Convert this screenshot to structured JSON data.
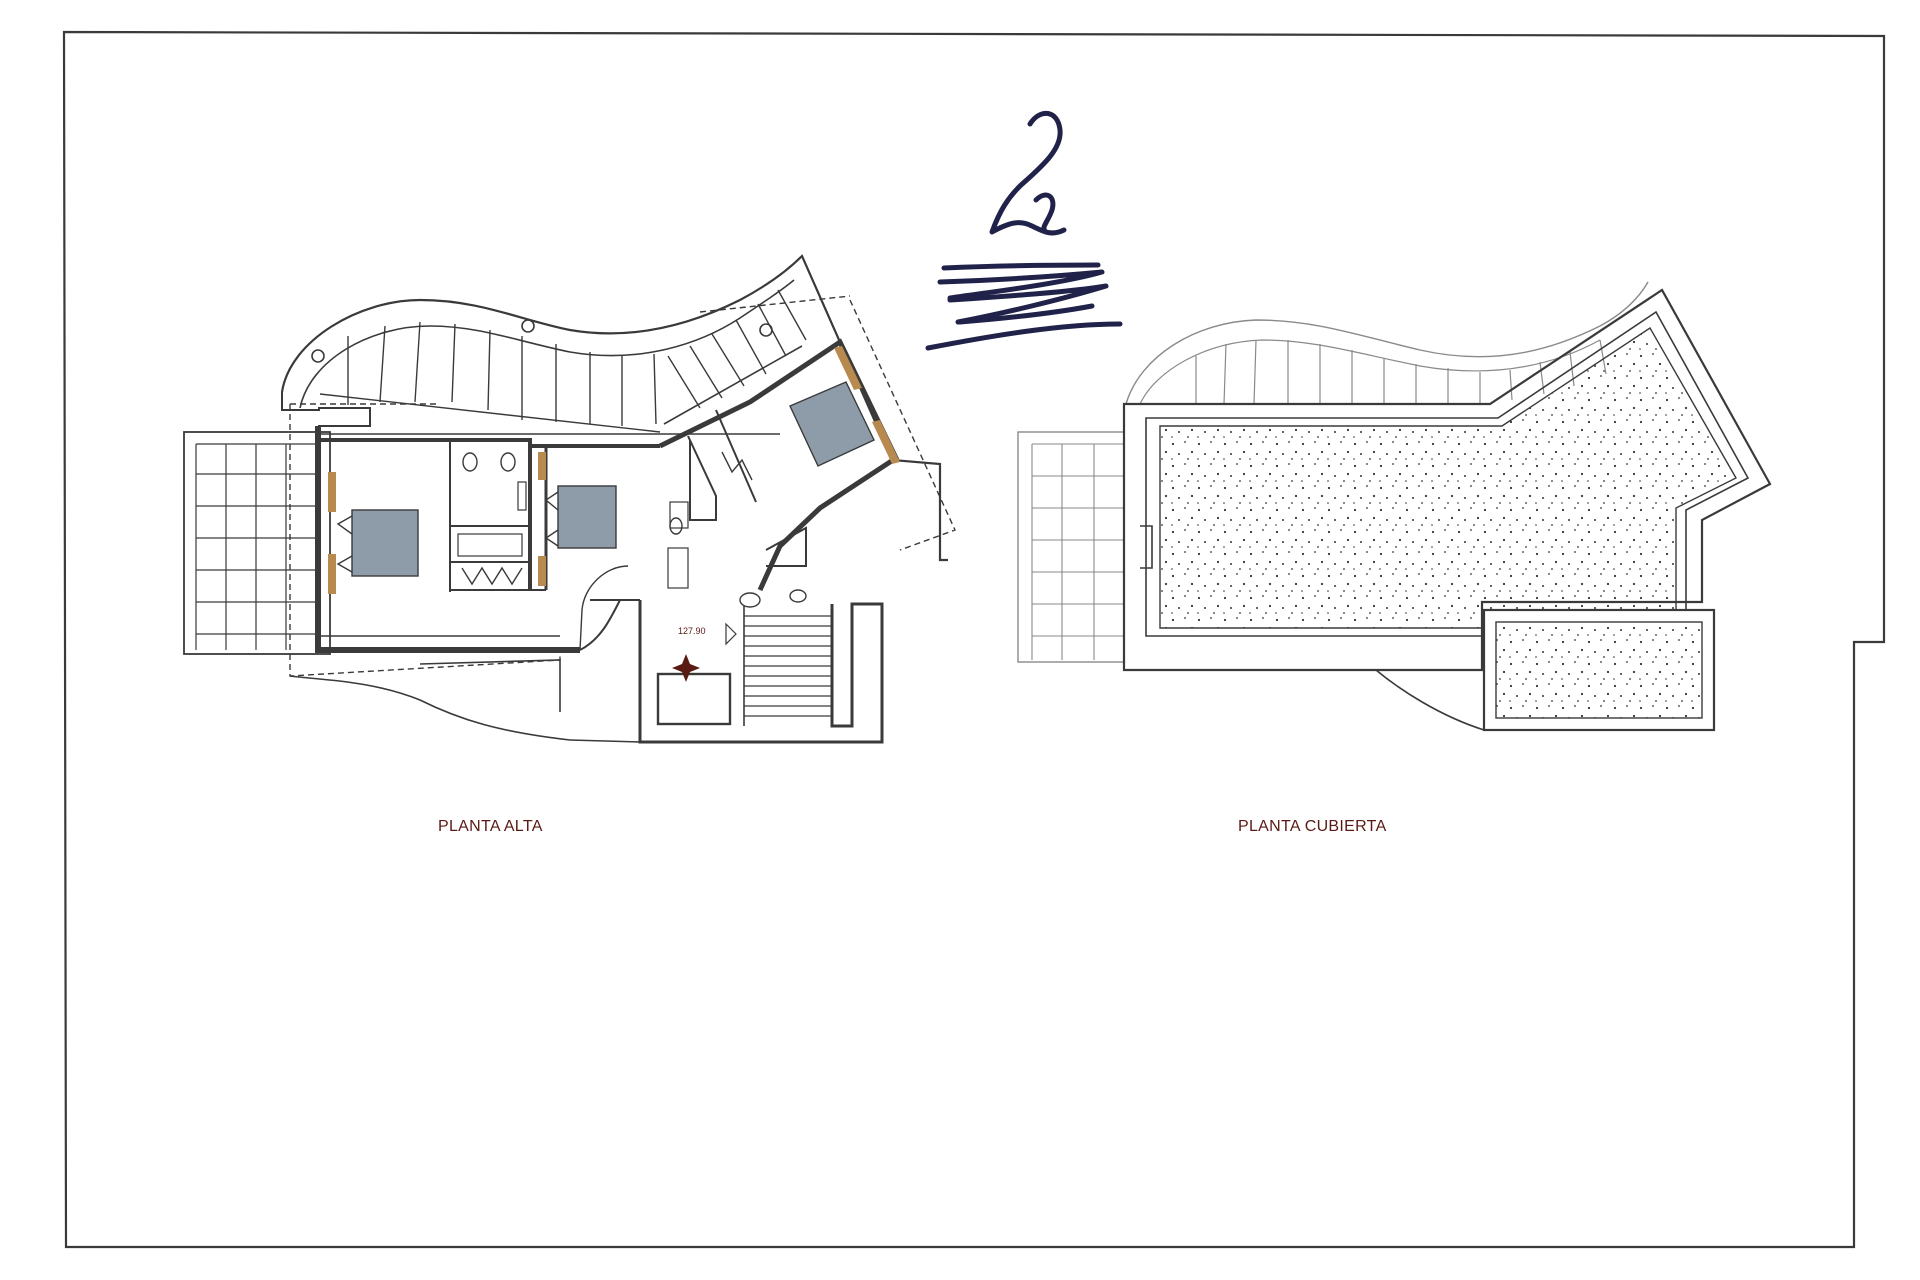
{
  "labels": {
    "upper_floor": "PLANTA ALTA",
    "roof": "PLANTA CUBIERTA"
  },
  "sheet_number": "2",
  "elevation_mark": "127.90",
  "colors": {
    "line": "#3a3a3a",
    "light_line": "#8a8a8a",
    "label_text": "#5a1a14",
    "bed": "#8e9ba8",
    "wardrobe": "#b88a50",
    "ink": "#20224a"
  }
}
